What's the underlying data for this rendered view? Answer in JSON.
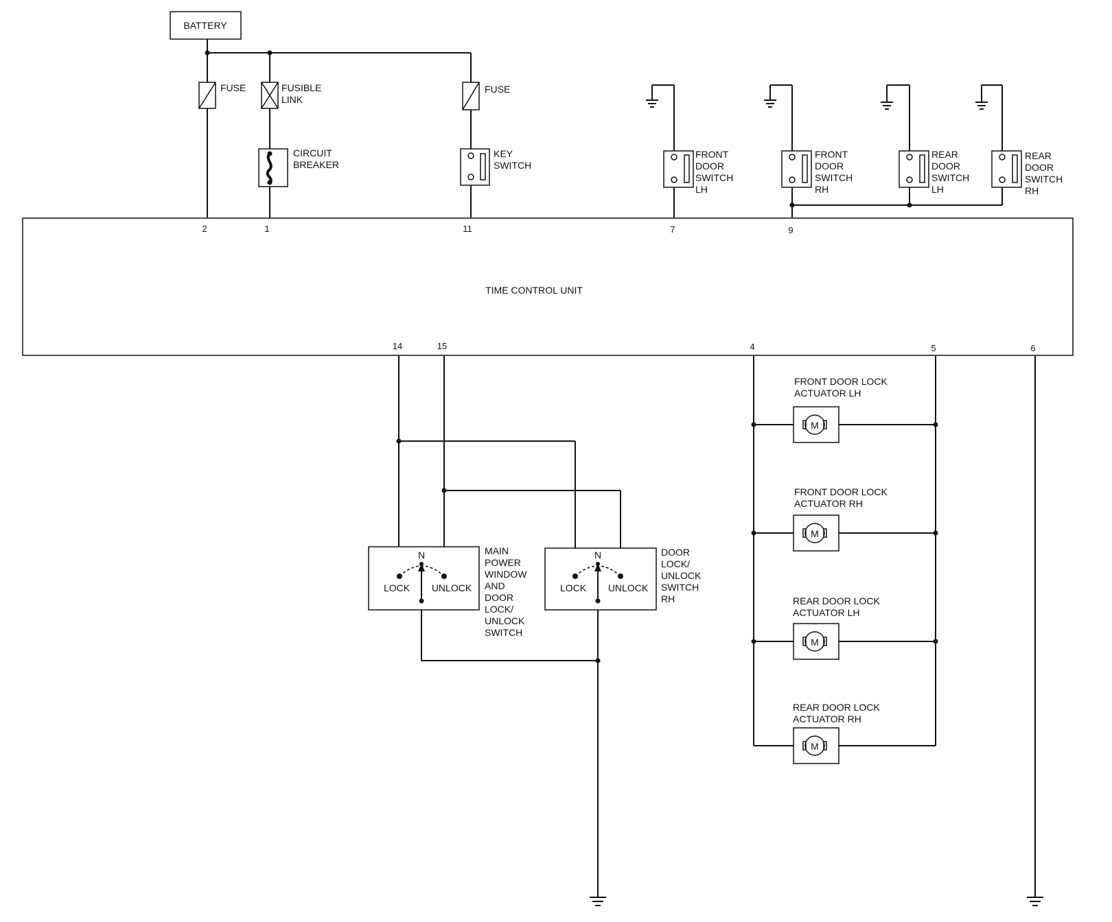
{
  "components": {
    "battery": "BATTERY",
    "fuse_left": "FUSE",
    "fusible_link": [
      "FUSIBLE",
      "LINK"
    ],
    "fuse_right": "FUSE",
    "circuit_breaker": [
      "CIRCUIT",
      "BREAKER"
    ],
    "key_switch": [
      "KEY",
      "SWITCH"
    ],
    "door_switches": [
      {
        "lines": [
          "FRONT",
          "DOOR",
          "SWITCH",
          "LH"
        ]
      },
      {
        "lines": [
          "FRONT",
          "DOOR",
          "SWITCH",
          "RH"
        ]
      },
      {
        "lines": [
          "REAR",
          "DOOR",
          "SWITCH",
          "LH"
        ]
      },
      {
        "lines": [
          "REAR",
          "DOOR",
          "SWITCH",
          "RH"
        ]
      }
    ],
    "control_unit": "TIME CONTROL UNIT",
    "main_switch": {
      "lines": [
        "MAIN",
        "POWER",
        "WINDOW",
        "AND",
        "DOOR",
        "LOCK/",
        "UNLOCK",
        "SWITCH"
      ],
      "lock": "LOCK",
      "unlock": "UNLOCK",
      "neutral": "N"
    },
    "rh_switch": {
      "lines": [
        "DOOR",
        "LOCK/",
        "UNLOCK",
        "SWITCH",
        "RH"
      ],
      "lock": "LOCK",
      "unlock": "UNLOCK",
      "neutral": "N"
    },
    "actuators": [
      {
        "lines": [
          "FRONT DOOR LOCK",
          "ACTUATOR LH"
        ],
        "motor": "M"
      },
      {
        "lines": [
          "FRONT DOOR LOCK",
          "ACTUATOR RH"
        ],
        "motor": "M"
      },
      {
        "lines": [
          "REAR DOOR LOCK",
          "ACTUATOR LH"
        ],
        "motor": "M"
      },
      {
        "lines": [
          "REAR DOOR LOCK",
          "ACTUATOR RH"
        ],
        "motor": "M"
      }
    ]
  },
  "pins": {
    "top": [
      "2",
      "1",
      "11",
      "7",
      "9"
    ],
    "bottom": [
      "14",
      "15",
      "4",
      "5",
      "6"
    ]
  }
}
